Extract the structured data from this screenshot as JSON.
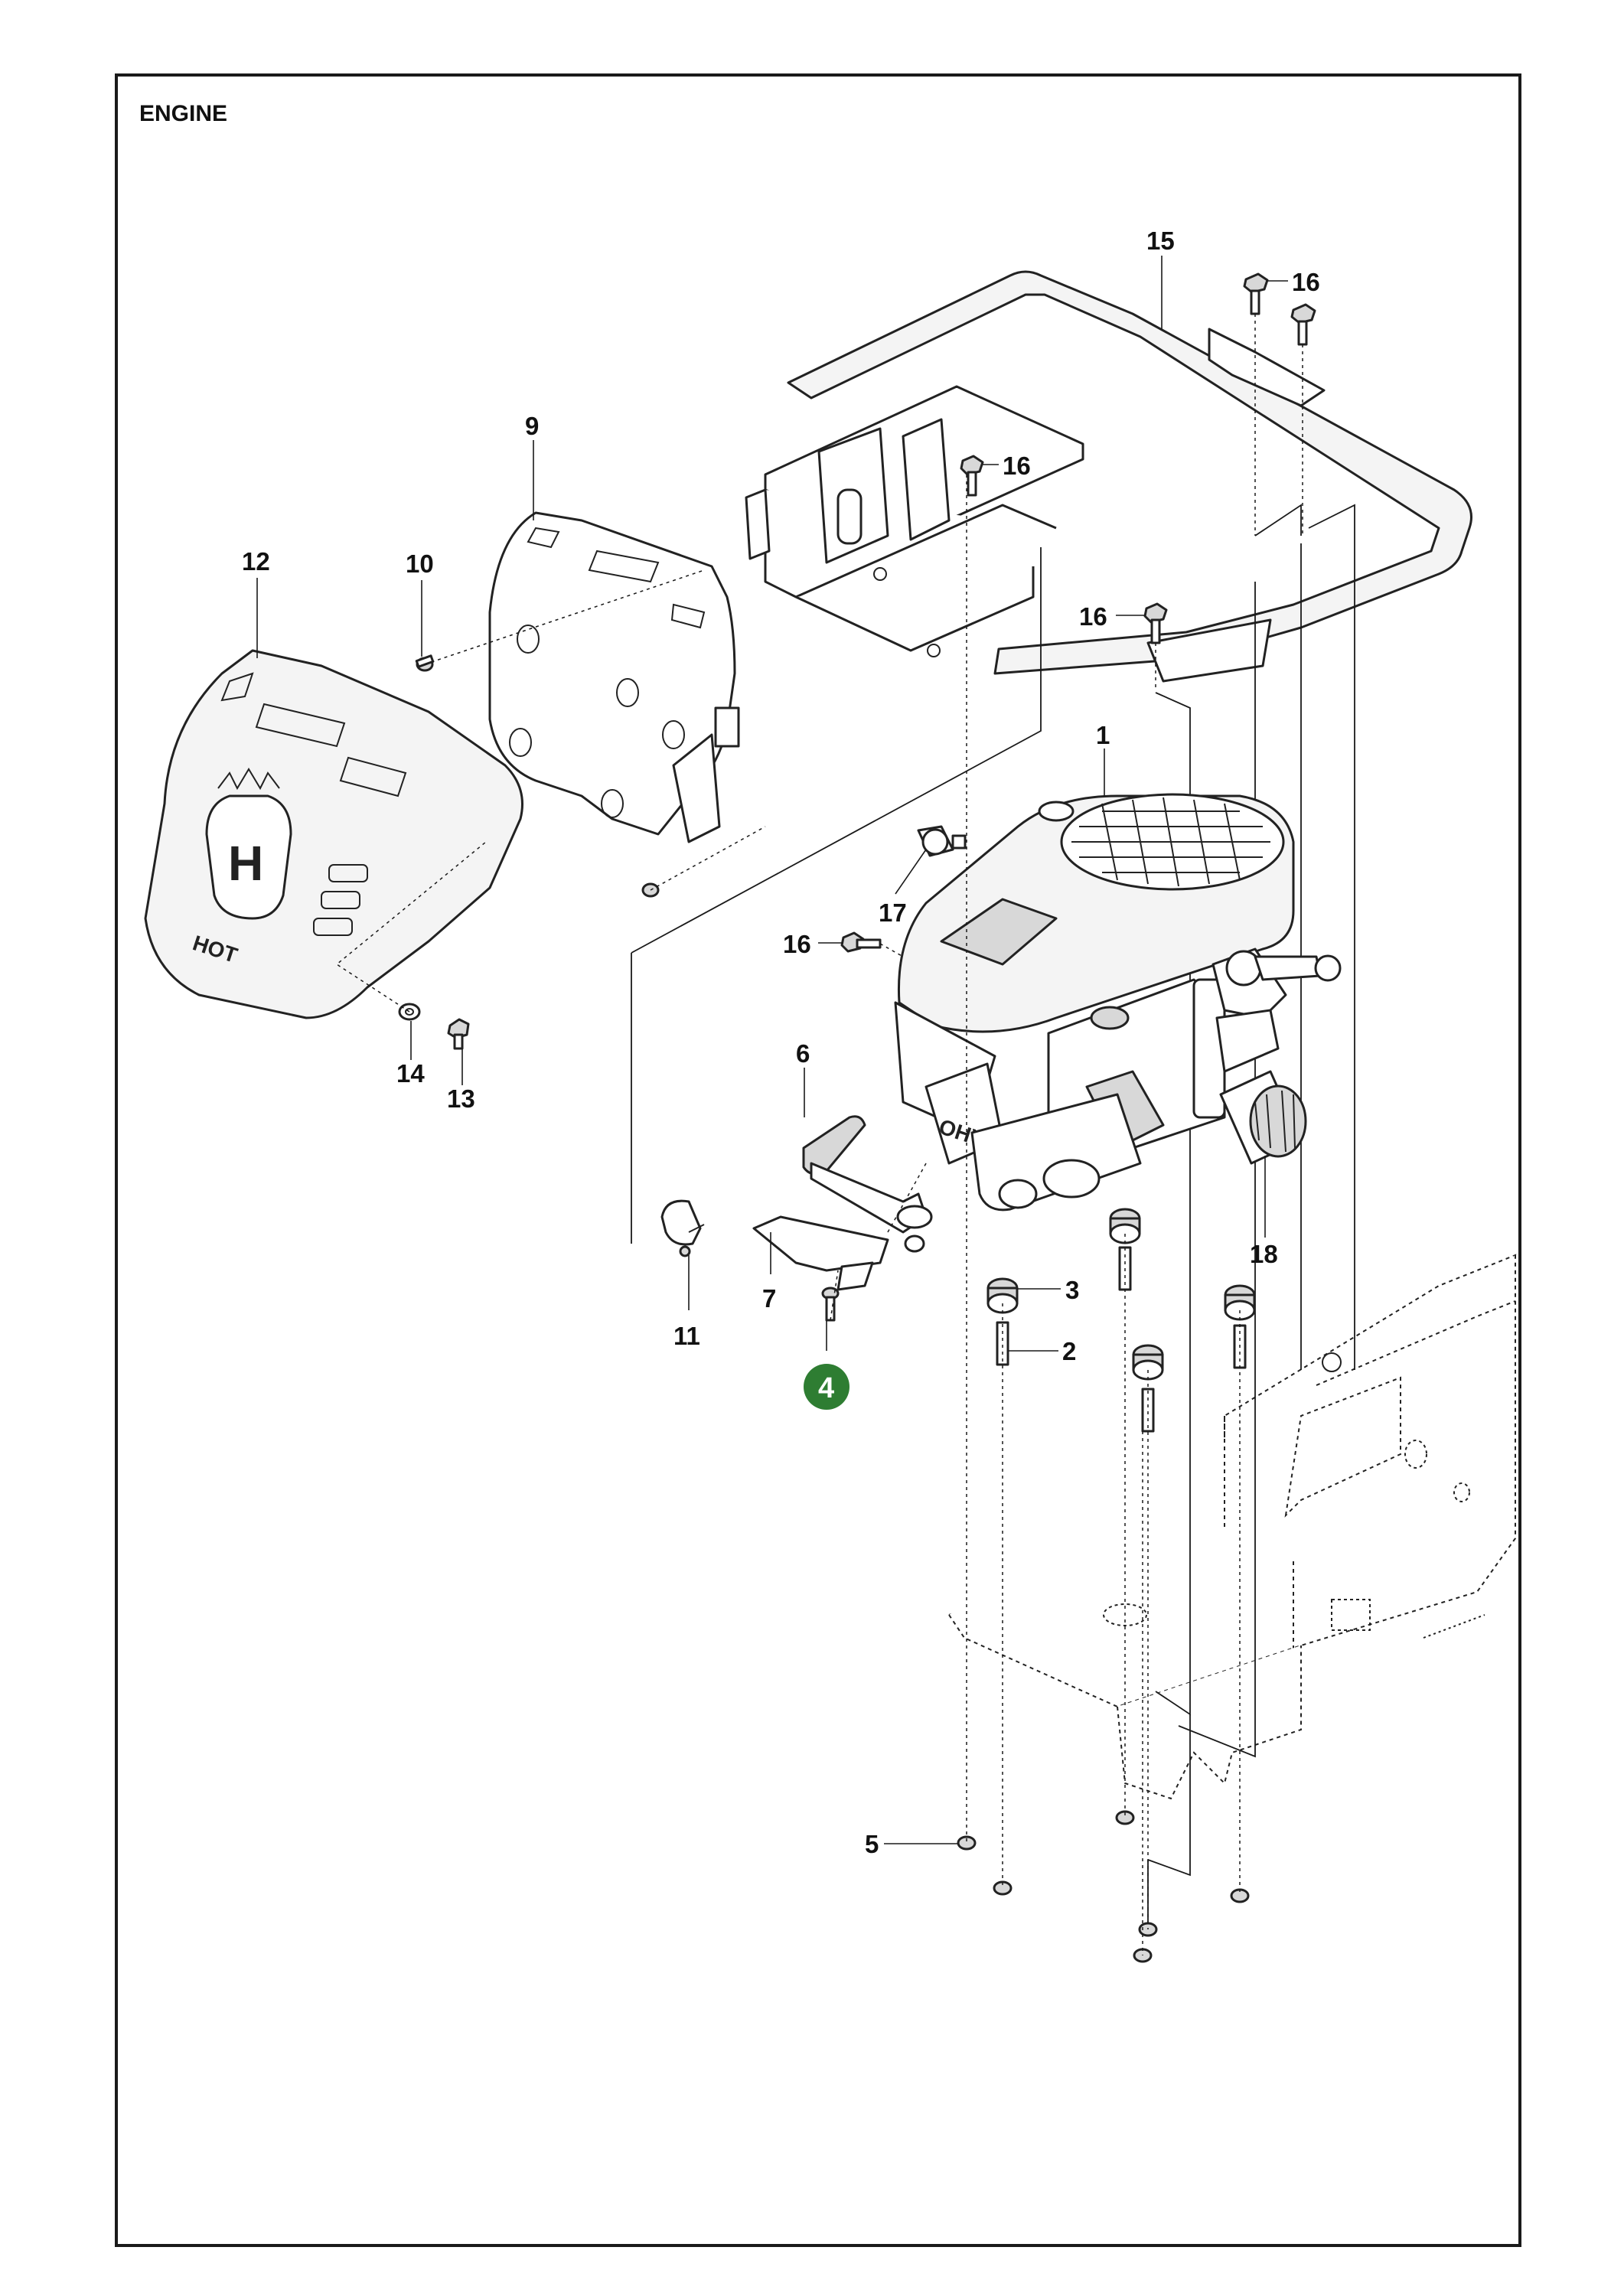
{
  "title": "ENGINE",
  "colors": {
    "highlight": "#2e7d32",
    "line": "#1a1a1a"
  },
  "callouts": [
    {
      "id": "c1",
      "label": "1"
    },
    {
      "id": "c2",
      "label": "2"
    },
    {
      "id": "c3",
      "label": "3"
    },
    {
      "id": "c4",
      "label": "4",
      "highlighted": true
    },
    {
      "id": "c5",
      "label": "5"
    },
    {
      "id": "c6",
      "label": "6"
    },
    {
      "id": "c7",
      "label": "7"
    },
    {
      "id": "c9",
      "label": "9"
    },
    {
      "id": "c10",
      "label": "10"
    },
    {
      "id": "c11",
      "label": "11"
    },
    {
      "id": "c12",
      "label": "12"
    },
    {
      "id": "c13",
      "label": "13"
    },
    {
      "id": "c14",
      "label": "14"
    },
    {
      "id": "c15",
      "label": "15"
    },
    {
      "id": "c16a",
      "label": "16"
    },
    {
      "id": "c16b",
      "label": "16"
    },
    {
      "id": "c16c",
      "label": "16"
    },
    {
      "id": "c16d",
      "label": "16"
    },
    {
      "id": "c17",
      "label": "17"
    },
    {
      "id": "c18",
      "label": "18"
    }
  ],
  "icons": [
    "husqvarna-crown-logo",
    "ohv-badge",
    "hot-warning-embossing"
  ],
  "embossed_text": {
    "cover_hot": "HOT",
    "engine_badge": "OHV"
  }
}
